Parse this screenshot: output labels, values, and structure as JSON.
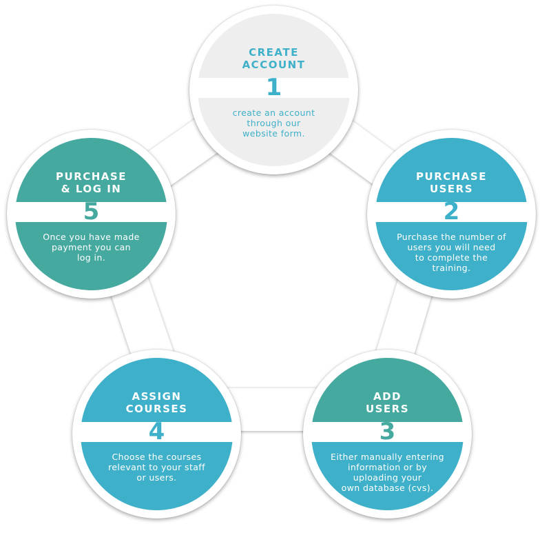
{
  "colors": {
    "teal": "#46a9a0",
    "blue": "#3fb0c9",
    "gray": "#eeeeee",
    "connector": "#ffffff"
  },
  "steps": [
    {
      "title": "CREATE\nACCOUNT",
      "number": "1",
      "description": "create an account\nthrough our\nwebsite form."
    },
    {
      "title": "PURCHASE\nUSERS",
      "number": "2",
      "description": "Purchase the number of\nusers you will need\nto complete the\ntraining."
    },
    {
      "title": "ADD\nUSERS",
      "number": "3",
      "description": "Either manually entering\ninformation or by\nuploading your\nown database (cvs)."
    },
    {
      "title": "ASSIGN\nCOURSES",
      "number": "4",
      "description": "Choose the courses\nrelevant to your staff\nor users."
    },
    {
      "title": "PURCHASE\n& LOG IN",
      "number": "5",
      "description": "Once you have made\npayment  you can\nlog in."
    }
  ]
}
